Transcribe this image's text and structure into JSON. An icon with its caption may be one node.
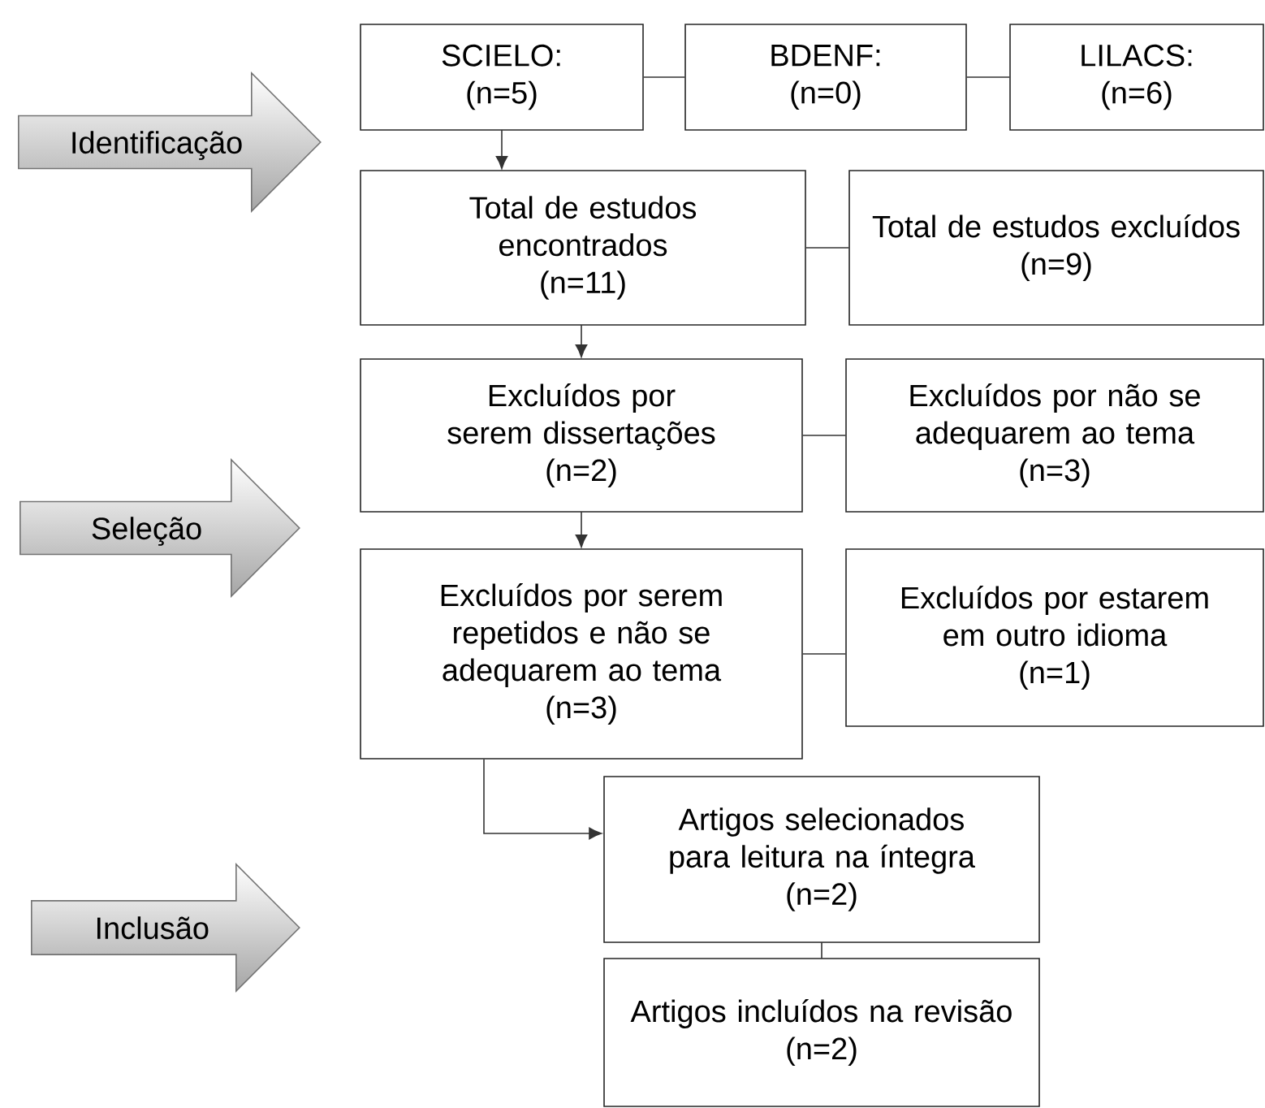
{
  "diagram": {
    "nodes": [
      {
        "text": [
          "Identificação"
        ]
      },
      {
        "text": [
          "SCIELO:",
          "(n=5)"
        ]
      },
      {
        "text": [
          "BDENF:",
          "(n=0)"
        ]
      },
      {
        "text": [
          "LILACS:",
          "(n=6)"
        ]
      },
      {
        "text": [
          "Total de estudos encontrados",
          "(n=11)"
        ]
      },
      {
        "text": [
          "Total de estudos excluídos",
          "(n=9)"
        ]
      },
      {
        "text": [
          "Excluídos por serem dissertações",
          "(n=2)"
        ]
      },
      {
        "text": [
          "Excluídos por não se adequarem ao tema",
          "(n=3)"
        ]
      },
      {
        "text": [
          "Seleção"
        ]
      },
      {
        "text": [
          "Excluídos por serem repetidos e não se adequarem ao tema",
          "(n=3)"
        ]
      },
      {
        "text": [
          "Excluídos por estarem em outro idioma",
          "(n=1)"
        ]
      },
      {
        "text": [
          "Artigos selecionados para leitura na íntegra",
          "(n=2)"
        ]
      },
      {
        "text": [
          "Inclusão"
        ]
      },
      {
        "text": [
          "Artigos incluídos na revisão",
          "(n=2)"
        ]
      }
    ],
    "edges": [
      {
        "from": 1,
        "to": 2,
        "arrow": "none"
      },
      {
        "from": 2,
        "to": 3,
        "arrow": "none"
      },
      {
        "from": 1,
        "to": 4,
        "arrow": "to"
      },
      {
        "from": 4,
        "to": 5,
        "arrow": "none"
      },
      {
        "from": 4,
        "to": 6,
        "arrow": "to"
      },
      {
        "from": 6,
        "to": 7,
        "arrow": "none"
      },
      {
        "from": 6,
        "to": 9,
        "arrow": "to"
      },
      {
        "from": 9,
        "to": 10,
        "arrow": "none"
      },
      {
        "from": 9,
        "to": 11,
        "arrow": "to"
      },
      {
        "from": 11,
        "to": 13,
        "arrow": "none"
      }
    ]
  }
}
